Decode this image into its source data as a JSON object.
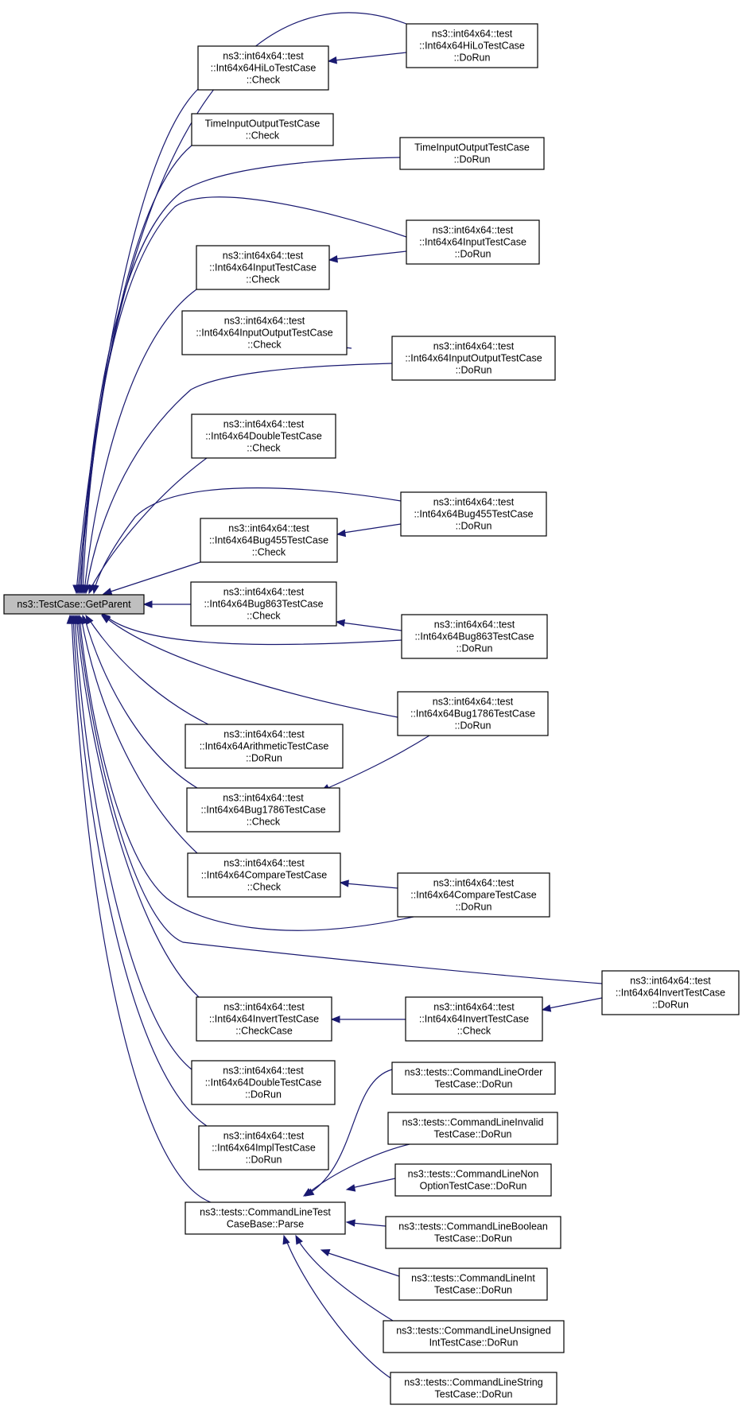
{
  "graph": {
    "nodes": [
      {
        "id": "root",
        "lines": [
          "ns3::TestCase::GetParent"
        ]
      },
      {
        "id": "hilo_check",
        "lines": [
          "ns3::int64x64::test",
          "::Int64x64HiLoTestCase",
          "::Check"
        ]
      },
      {
        "id": "hilo_dorun",
        "lines": [
          "ns3::int64x64::test",
          "::Int64x64HiLoTestCase",
          "::DoRun"
        ]
      },
      {
        "id": "tio_check",
        "lines": [
          "TimeInputOutputTestCase",
          "::Check"
        ]
      },
      {
        "id": "tio_dorun",
        "lines": [
          "TimeInputOutputTestCase",
          "::DoRun"
        ]
      },
      {
        "id": "input_check",
        "lines": [
          "ns3::int64x64::test",
          "::Int64x64InputTestCase",
          "::Check"
        ]
      },
      {
        "id": "input_dorun",
        "lines": [
          "ns3::int64x64::test",
          "::Int64x64InputTestCase",
          "::DoRun"
        ]
      },
      {
        "id": "io_check",
        "lines": [
          "ns3::int64x64::test",
          "::Int64x64InputOutputTestCase",
          "::Check"
        ]
      },
      {
        "id": "io_dorun",
        "lines": [
          "ns3::int64x64::test",
          "::Int64x64InputOutputTestCase",
          "::DoRun"
        ]
      },
      {
        "id": "double_check",
        "lines": [
          "ns3::int64x64::test",
          "::Int64x64DoubleTestCase",
          "::Check"
        ]
      },
      {
        "id": "b455_check",
        "lines": [
          "ns3::int64x64::test",
          "::Int64x64Bug455TestCase",
          "::Check"
        ]
      },
      {
        "id": "b455_dorun",
        "lines": [
          "ns3::int64x64::test",
          "::Int64x64Bug455TestCase",
          "::DoRun"
        ]
      },
      {
        "id": "b863_check",
        "lines": [
          "ns3::int64x64::test",
          "::Int64x64Bug863TestCase",
          "::Check"
        ]
      },
      {
        "id": "b863_dorun",
        "lines": [
          "ns3::int64x64::test",
          "::Int64x64Bug863TestCase",
          "::DoRun"
        ]
      },
      {
        "id": "b1786_dorun",
        "lines": [
          "ns3::int64x64::test",
          "::Int64x64Bug1786TestCase",
          "::DoRun"
        ]
      },
      {
        "id": "arith_dorun",
        "lines": [
          "ns3::int64x64::test",
          "::Int64x64ArithmeticTestCase",
          "::DoRun"
        ]
      },
      {
        "id": "b1786_check",
        "lines": [
          "ns3::int64x64::test",
          "::Int64x64Bug1786TestCase",
          "::Check"
        ]
      },
      {
        "id": "cmp_check",
        "lines": [
          "ns3::int64x64::test",
          "::Int64x64CompareTestCase",
          "::Check"
        ]
      },
      {
        "id": "cmp_dorun",
        "lines": [
          "ns3::int64x64::test",
          "::Int64x64CompareTestCase",
          "::DoRun"
        ]
      },
      {
        "id": "inv_dorun",
        "lines": [
          "ns3::int64x64::test",
          "::Int64x64InvertTestCase",
          "::DoRun"
        ]
      },
      {
        "id": "inv_checkcase",
        "lines": [
          "ns3::int64x64::test",
          "::Int64x64InvertTestCase",
          "::CheckCase"
        ]
      },
      {
        "id": "inv_check",
        "lines": [
          "ns3::int64x64::test",
          "::Int64x64InvertTestCase",
          "::Check"
        ]
      },
      {
        "id": "double_dorun",
        "lines": [
          "ns3::int64x64::test",
          "::Int64x64DoubleTestCase",
          "::DoRun"
        ]
      },
      {
        "id": "impl_dorun",
        "lines": [
          "ns3::int64x64::test",
          "::Int64x64ImplTestCase",
          "::DoRun"
        ]
      },
      {
        "id": "cl_parse",
        "lines": [
          "ns3::tests::CommandLineTest",
          "CaseBase::Parse"
        ]
      },
      {
        "id": "cl_order",
        "lines": [
          "ns3::tests::CommandLineOrder",
          "TestCase::DoRun"
        ]
      },
      {
        "id": "cl_invalid",
        "lines": [
          "ns3::tests::CommandLineInvalid",
          "TestCase::DoRun"
        ]
      },
      {
        "id": "cl_nonopt",
        "lines": [
          "ns3::tests::CommandLineNon",
          "OptionTestCase::DoRun"
        ]
      },
      {
        "id": "cl_bool",
        "lines": [
          "ns3::tests::CommandLineBoolean",
          "TestCase::DoRun"
        ]
      },
      {
        "id": "cl_int",
        "lines": [
          "ns3::tests::CommandLineInt",
          "TestCase::DoRun"
        ]
      },
      {
        "id": "cl_unsigned",
        "lines": [
          "ns3::tests::CommandLineUnsigned",
          "IntTestCase::DoRun"
        ]
      },
      {
        "id": "cl_string",
        "lines": [
          "ns3::tests::CommandLineString",
          "TestCase::DoRun"
        ]
      }
    ],
    "edges": [
      {
        "from": "hilo_check",
        "to": "root"
      },
      {
        "from": "hilo_dorun",
        "to": "root"
      },
      {
        "from": "hilo_dorun",
        "to": "hilo_check"
      },
      {
        "from": "tio_check",
        "to": "root"
      },
      {
        "from": "tio_dorun",
        "to": "root"
      },
      {
        "from": "tio_dorun",
        "to": "tio_check"
      },
      {
        "from": "input_check",
        "to": "root"
      },
      {
        "from": "input_dorun",
        "to": "root"
      },
      {
        "from": "input_dorun",
        "to": "input_check"
      },
      {
        "from": "io_check",
        "to": "root"
      },
      {
        "from": "io_dorun",
        "to": "root"
      },
      {
        "from": "io_dorun",
        "to": "io_check"
      },
      {
        "from": "double_check",
        "to": "root"
      },
      {
        "from": "b455_check",
        "to": "root"
      },
      {
        "from": "b455_dorun",
        "to": "root"
      },
      {
        "from": "b455_dorun",
        "to": "b455_check"
      },
      {
        "from": "b863_check",
        "to": "root"
      },
      {
        "from": "b863_dorun",
        "to": "root"
      },
      {
        "from": "b863_dorun",
        "to": "b863_check"
      },
      {
        "from": "b1786_dorun",
        "to": "root"
      },
      {
        "from": "b1786_dorun",
        "to": "b1786_check"
      },
      {
        "from": "arith_dorun",
        "to": "root"
      },
      {
        "from": "b1786_check",
        "to": "root"
      },
      {
        "from": "cmp_check",
        "to": "root"
      },
      {
        "from": "cmp_dorun",
        "to": "root"
      },
      {
        "from": "cmp_dorun",
        "to": "cmp_check"
      },
      {
        "from": "inv_dorun",
        "to": "root"
      },
      {
        "from": "inv_dorun",
        "to": "inv_check"
      },
      {
        "from": "inv_checkcase",
        "to": "root"
      },
      {
        "from": "inv_check",
        "to": "inv_checkcase"
      },
      {
        "from": "double_dorun",
        "to": "root"
      },
      {
        "from": "impl_dorun",
        "to": "root"
      },
      {
        "from": "cl_parse",
        "to": "root"
      },
      {
        "from": "cl_order",
        "to": "cl_parse"
      },
      {
        "from": "cl_invalid",
        "to": "cl_parse"
      },
      {
        "from": "cl_nonopt",
        "to": "cl_parse"
      },
      {
        "from": "cl_bool",
        "to": "cl_parse"
      },
      {
        "from": "cl_int",
        "to": "cl_parse"
      },
      {
        "from": "cl_unsigned",
        "to": "cl_parse"
      },
      {
        "from": "cl_string",
        "to": "cl_parse"
      }
    ]
  }
}
